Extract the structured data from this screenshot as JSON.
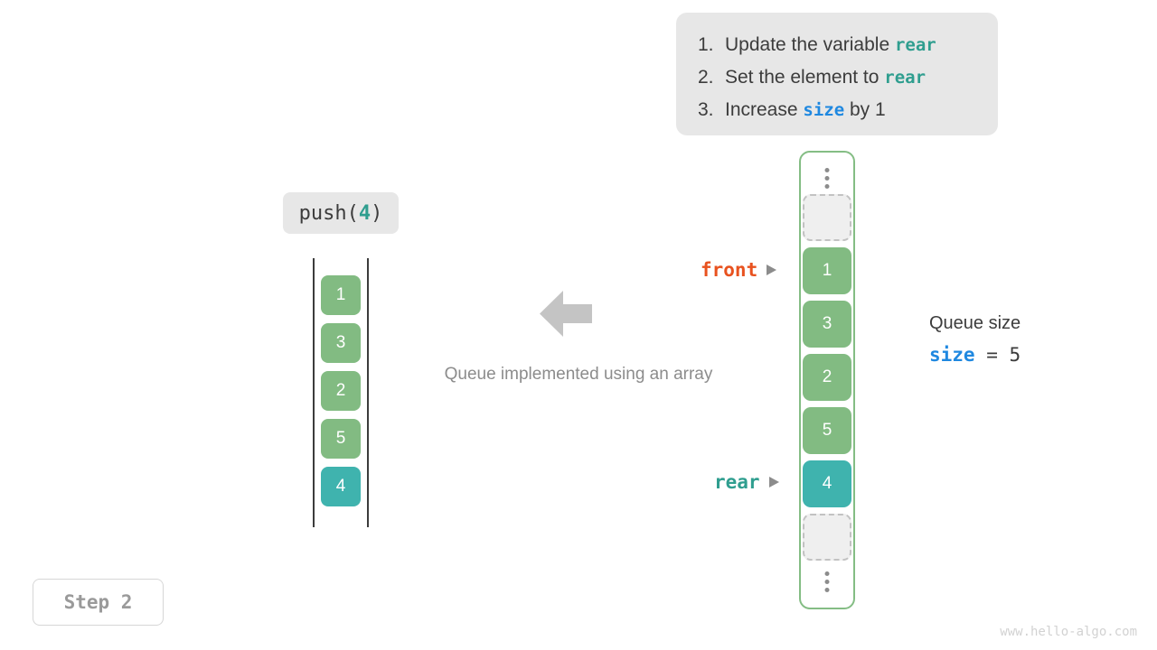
{
  "instructions": {
    "items": [
      {
        "num": "1.",
        "pre": "Update the variable ",
        "code": "rear",
        "code_color": "teal",
        "post": ""
      },
      {
        "num": "2.",
        "pre": "Set the element to ",
        "code": "rear",
        "code_color": "teal",
        "post": ""
      },
      {
        "num": "3.",
        "pre": "Increase ",
        "code": "size",
        "code_color": "blue",
        "post": " by 1"
      }
    ]
  },
  "operation": {
    "name": "push(",
    "argument": "4",
    "close": ")"
  },
  "left_queue": {
    "values": [
      "1",
      "3",
      "2",
      "5",
      "4"
    ],
    "highlight_index": 4
  },
  "center": {
    "caption": "Queue implemented using an array",
    "arrow_icon": "left-arrow-icon"
  },
  "array": {
    "top_ellipsis": "vertical-ellipsis",
    "bottom_ellipsis": "vertical-ellipsis",
    "cells": [
      {
        "value": "",
        "state": "empty"
      },
      {
        "value": "1",
        "state": "filled"
      },
      {
        "value": "3",
        "state": "filled"
      },
      {
        "value": "2",
        "state": "filled"
      },
      {
        "value": "5",
        "state": "filled"
      },
      {
        "value": "4",
        "state": "highlight"
      },
      {
        "value": "",
        "state": "empty"
      }
    ]
  },
  "pointers": {
    "front": "front",
    "rear": "rear"
  },
  "size_info": {
    "title": "Queue size",
    "variable": "size",
    "equals": " = ",
    "value": "5"
  },
  "step": {
    "label": "Step 2"
  },
  "watermark": {
    "text": "www.hello-algo.com"
  },
  "colors": {
    "green": "#82bb82",
    "teal": "#3fb3ae",
    "orange": "#e8521f",
    "blue": "#1f88e0",
    "box_gray": "#e7e7e7",
    "arrow_gray": "#c4c4c4"
  }
}
